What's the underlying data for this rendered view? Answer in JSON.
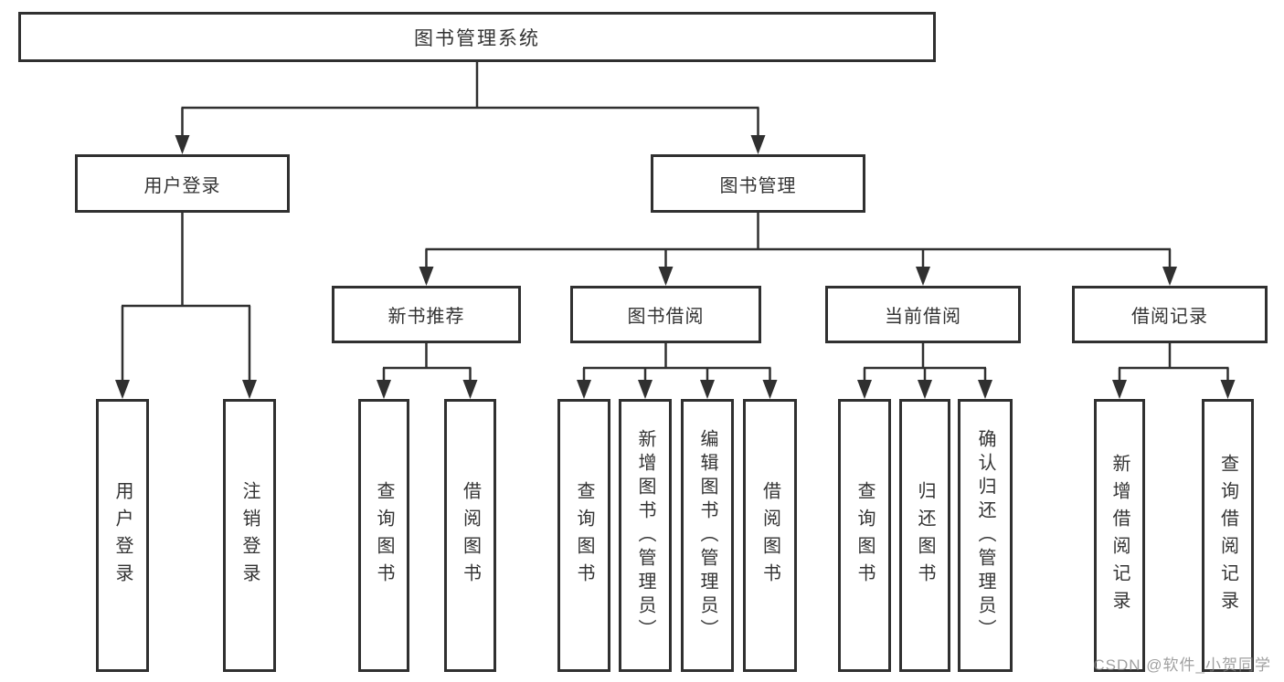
{
  "diagram_title": "图书管理系统",
  "colors": {
    "line": "#303030",
    "border": "#303030",
    "text": "#333333",
    "background": "#ffffff",
    "watermark": "#808080"
  },
  "tree": {
    "root": {
      "label": "图书管理系统",
      "children": [
        {
          "label": "用户登录",
          "children": [
            {
              "label": "用户登录"
            },
            {
              "label": "注销登录"
            }
          ]
        },
        {
          "label": "图书管理",
          "children": [
            {
              "label": "新书推荐",
              "children": [
                {
                  "label": "查询图书"
                },
                {
                  "label": "借阅图书"
                }
              ]
            },
            {
              "label": "图书借阅",
              "children": [
                {
                  "label": "查询图书"
                },
                {
                  "label": "新增图书（管理员）"
                },
                {
                  "label": "编辑图书（管理员）"
                },
                {
                  "label": "借阅图书"
                }
              ]
            },
            {
              "label": "当前借阅",
              "children": [
                {
                  "label": "查询图书"
                },
                {
                  "label": "归还图书"
                },
                {
                  "label": "确认归还（管理员）"
                }
              ]
            },
            {
              "label": "借阅记录",
              "children": [
                {
                  "label": "新增借阅记录"
                },
                {
                  "label": "查询借阅记录"
                }
              ]
            }
          ]
        }
      ]
    }
  },
  "watermark": {
    "text": "CSDN @软件_小贺同学"
  }
}
